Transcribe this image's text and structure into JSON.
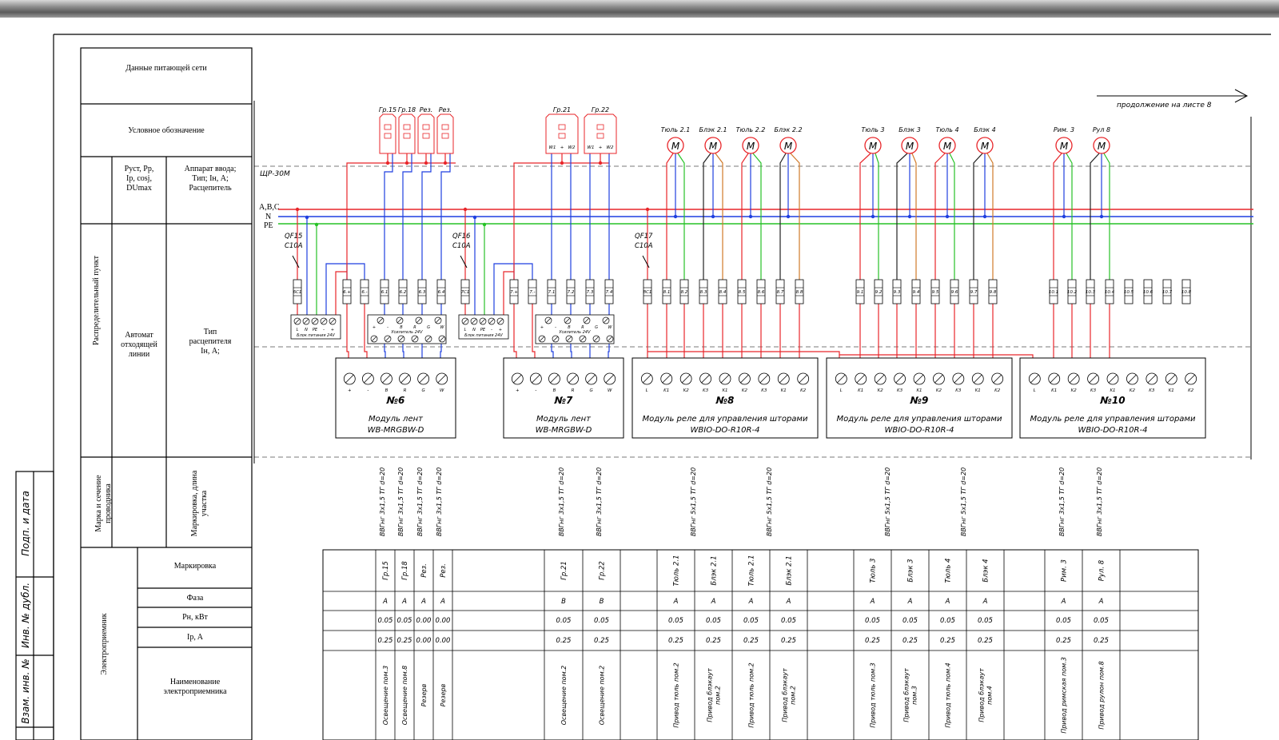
{
  "colors": {
    "phase": "#e8262a",
    "neutral": "#1f3fe0",
    "pe": "#27c227",
    "black": "#222222",
    "orange": "#d07a2a",
    "frame": "#000000",
    "dash": "#7a7a7a"
  },
  "continuation": "продолжение на листе 8",
  "bus": {
    "panel": "ЩР-30М",
    "phase": "A,B,C",
    "neutral": "N",
    "pe": "PE"
  },
  "left_table": {
    "supply": "Данные питающей сети",
    "symbol": "Условное обозначение",
    "params": [
      "Руст, Рр,",
      "Ip, cosj,",
      "DUmax"
    ],
    "input_device": [
      "Аппарат ввода;",
      "Тип; Iн, А;",
      "Расцепитель"
    ],
    "dist_point": "Распределительный пункт",
    "outgoing": [
      "Автомат",
      "отходящей",
      "линии"
    ],
    "release_type": [
      "Тип",
      "расцепителя",
      "Iн, А;"
    ],
    "cable_brand": [
      "Марка и сечение",
      "проводника"
    ],
    "cable_mark": [
      "Маркировка, длина",
      "участка"
    ],
    "consumer": "Электроприемник",
    "row_mark": "Маркировка",
    "row_phase": "Фаза",
    "row_pn": "Рн, кВт",
    "row_ip": "Ip, A",
    "row_name": [
      "Наименование",
      "электроприемника"
    ]
  },
  "side_stamp": [
    "Подп. и дата",
    "Инв. № дубл.",
    "Взам. инв. №"
  ],
  "breakers": [
    {
      "name": "QF15",
      "rating": "C10A"
    },
    {
      "name": "QF16",
      "rating": "C10A"
    },
    {
      "name": "QF17",
      "rating": "C10A"
    }
  ],
  "top_boxes": {
    "g15": "Гр.15",
    "g18": "Гр.18",
    "rez1": "Рез.",
    "rez2": "Рез.",
    "g21": "Гр.21",
    "g22": "Гр.22",
    "w_labels": [
      "W1",
      "+",
      "W2"
    ]
  },
  "motors": [
    "Тюль 2.1",
    "Блэк 2.1",
    "Тюль 2.2",
    "Блэк 2.2",
    "Тюль 3",
    "Блэк 3",
    "Тюль 4",
    "Блэк 4",
    "Рим. 3",
    "Рул 8"
  ],
  "motor_symbol": "M",
  "psu_label": "Блок питания 24V",
  "amp_label": "Усилитель 24V",
  "psu_terms": [
    "L",
    "N",
    "PE",
    "-",
    "+"
  ],
  "amp_terms": [
    "+",
    "-",
    "B",
    "R",
    "G",
    "W"
  ],
  "terminals": {
    "t6": [
      "6C1",
      "6.+",
      "6.-",
      "6.1",
      "6.2",
      "6.3",
      "6.4"
    ],
    "t7": [
      "7C1",
      "7.+",
      "7.-",
      "7.1",
      "7.2",
      "7.3",
      "7.4"
    ],
    "t8": [
      "8C1",
      "8.1",
      "8.2",
      "8.3",
      "8.4",
      "8.5",
      "8.6",
      "8.7",
      "8.8"
    ],
    "t9": [
      "9.1",
      "9.2",
      "9.3",
      "9.4",
      "9.5",
      "9.6",
      "9.7",
      "9.8"
    ],
    "t10": [
      "10.1",
      "10.2",
      "10.3",
      "10.4",
      "10.5",
      "10.6",
      "10.7",
      "10.8"
    ]
  },
  "modules": [
    {
      "num": "№6",
      "line1": "Модуль лент",
      "line2": "WB-MRGBW-D",
      "terms": [
        "+",
        "-",
        "B",
        "R",
        "G",
        "W"
      ]
    },
    {
      "num": "№7",
      "line1": "Модуль лент",
      "line2": "WB-MRGBW-D",
      "terms": [
        "+",
        "-",
        "B",
        "R",
        "G",
        "W"
      ]
    },
    {
      "num": "№8",
      "line1": "Модуль реле для управления шторами",
      "line2": "WBIO-DO-R10R-4",
      "terms": [
        "L",
        "K1",
        "K2",
        "K3",
        "K1",
        "K2",
        "K3",
        "K1",
        "K2"
      ]
    },
    {
      "num": "№9",
      "line1": "Модуль реле для управления шторами",
      "line2": "WBIO-DO-R10R-4",
      "terms": [
        "L",
        "K1",
        "K2",
        "K3",
        "K1",
        "K2",
        "K3",
        "K1",
        "K2"
      ]
    },
    {
      "num": "№10",
      "line1": "Модуль реле для управления шторами",
      "line2": "WBIO-DO-R10R-4",
      "terms": [
        "L",
        "K1",
        "K2",
        "K3",
        "K1",
        "K2",
        "K3",
        "K1",
        "K2"
      ]
    }
  ],
  "cables": [
    {
      "brand": "ВВГнг 3х1,5",
      "mark": "ТГ d=20"
    },
    {
      "brand": "ВВГнг 3х1,5",
      "mark": "ТГ d=20"
    },
    {
      "brand": "ВВГнг 3х1,5",
      "mark": "ТГ d=20"
    },
    {
      "brand": "ВВГнг 3х1,5",
      "mark": "ТГ d=20"
    },
    {
      "brand": "ВВГнг 3х1,5",
      "mark": "ТГ d=20"
    },
    {
      "brand": "ВВГнг 3х1,5",
      "mark": "ТГ d=20"
    },
    {
      "brand": "ВВГнг 5х1,5",
      "mark": "ТГ d=20"
    },
    {
      "brand": "ВВГнг 5х1,5",
      "mark": "ТГ d=20"
    },
    {
      "brand": "ВВГнг 5х1,5",
      "mark": "ТГ d=20"
    },
    {
      "brand": "ВВГнг 5х1,5",
      "mark": "ТГ d=20"
    },
    {
      "brand": "ВВГнг 3х1,5",
      "mark": "ТГ d=20"
    },
    {
      "brand": "ВВГнг 3х1,5",
      "mark": "ТГ d=20"
    }
  ],
  "consumers": [
    {
      "mark": "Гр.15",
      "phase": "A",
      "pn": "0.05",
      "ip": "0.25",
      "name": [
        "Освещение пом.3"
      ]
    },
    {
      "mark": "Гр.18",
      "phase": "A",
      "pn": "0.05",
      "ip": "0.25",
      "name": [
        "Освещение пом.8"
      ]
    },
    {
      "mark": "Рез.",
      "phase": "A",
      "pn": "0.00",
      "ip": "0.00",
      "name": [
        "Резерв"
      ]
    },
    {
      "mark": "Рез.",
      "phase": "A",
      "pn": "0.00",
      "ip": "0.00",
      "name": [
        "Резерв"
      ]
    },
    {
      "mark": "Гр.21",
      "phase": "B",
      "pn": "0.05",
      "ip": "0.25",
      "name": [
        "Освещение пом.2"
      ]
    },
    {
      "mark": "Гр.22",
      "phase": "B",
      "pn": "0.05",
      "ip": "0.25",
      "name": [
        "Освещение пом.2"
      ]
    },
    {
      "mark": "Тюль 2.1",
      "phase": "A",
      "pn": "0.05",
      "ip": "0.25",
      "name": [
        "Привод тюль пом.2"
      ]
    },
    {
      "mark": "Блэк 2.1",
      "phase": "A",
      "pn": "0.05",
      "ip": "0.25",
      "name": [
        "Привод блэкаут",
        "пом.2"
      ]
    },
    {
      "mark": "Тюль 2.1",
      "phase": "A",
      "pn": "0.05",
      "ip": "0.25",
      "name": [
        "Привод тюль пом.2"
      ]
    },
    {
      "mark": "Блэк 2.1",
      "phase": "A",
      "pn": "0.05",
      "ip": "0.25",
      "name": [
        "Привод блэкаут",
        "пом.2"
      ]
    },
    {
      "mark": "Тюль 3",
      "phase": "A",
      "pn": "0.05",
      "ip": "0.25",
      "name": [
        "Привод тюль пом.3"
      ]
    },
    {
      "mark": "Блэк 3",
      "phase": "A",
      "pn": "0.05",
      "ip": "0.25",
      "name": [
        "Привод блэкаут",
        "пом.3"
      ]
    },
    {
      "mark": "Тюль 4",
      "phase": "A",
      "pn": "0.05",
      "ip": "0.25",
      "name": [
        "Привод тюль пом.4"
      ]
    },
    {
      "mark": "Блэк 4",
      "phase": "A",
      "pn": "0.05",
      "ip": "0.25",
      "name": [
        "Привод блэкаут",
        "пом.4"
      ]
    },
    {
      "mark": "Рим. 3",
      "phase": "A",
      "pn": "0.05",
      "ip": "0.25",
      "name": [
        "Привод римская пом.3"
      ]
    },
    {
      "mark": "Рул. 8",
      "phase": "A",
      "pn": "0.05",
      "ip": "0.25",
      "name": [
        "Привод рулон пом.8"
      ]
    }
  ]
}
